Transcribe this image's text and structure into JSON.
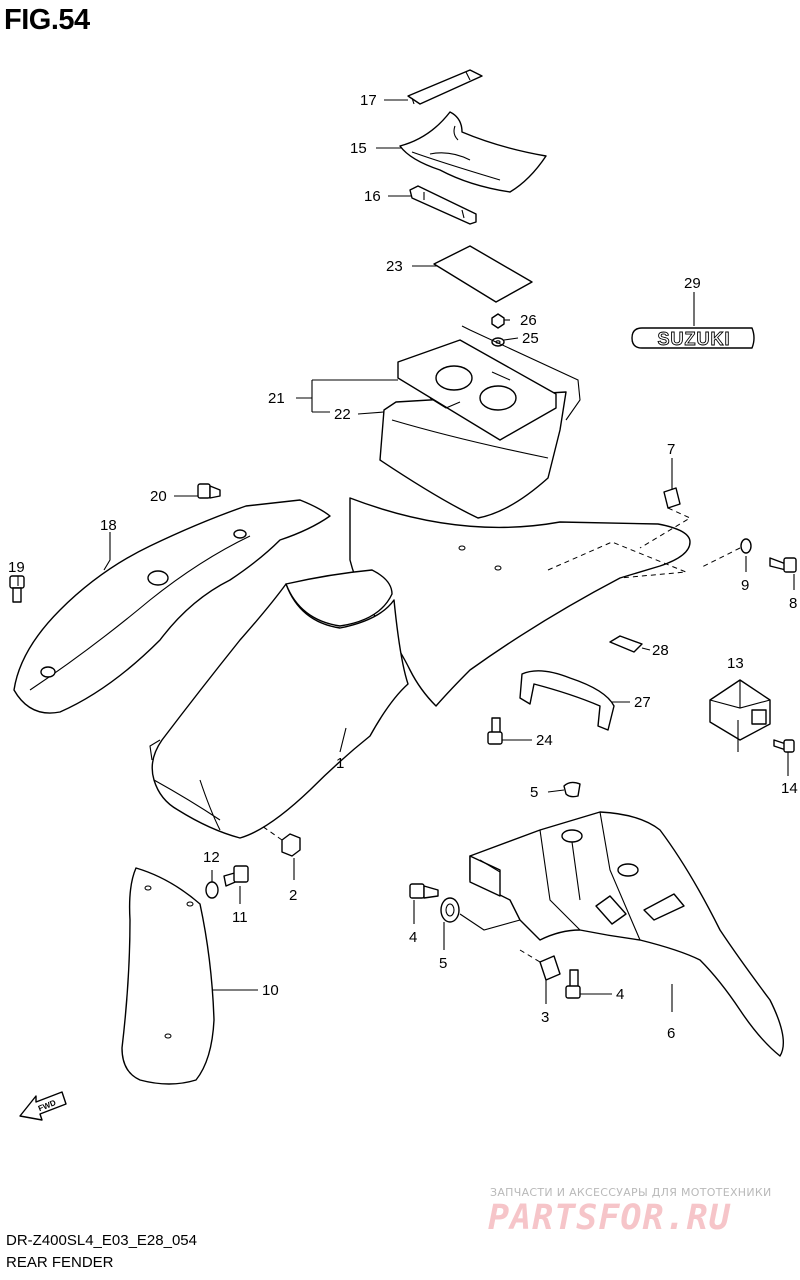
{
  "figure": {
    "title": "FIG.54",
    "model_code": "DR-Z400SL4_E03_E28_054",
    "caption": "REAR FENDER"
  },
  "emblem": {
    "text": "SUZUKI"
  },
  "fwd_arrow": {
    "text": "FWD"
  },
  "watermark": {
    "line1": "ЗАПЧАСТИ И АКСЕССУАРЫ ДЛЯ МОТОТЕХНИКИ",
    "line2": "PARTSFOR.RU"
  },
  "callouts": {
    "c1": "1",
    "c2": "2",
    "c3": "3",
    "c4a": "4",
    "c4b": "4",
    "c5a": "5",
    "c5b": "5",
    "c6": "6",
    "c7": "7",
    "c8": "8",
    "c9": "9",
    "c10": "10",
    "c11": "11",
    "c12": "12",
    "c13": "13",
    "c14": "14",
    "c15": "15",
    "c16": "16",
    "c17": "17",
    "c18": "18",
    "c19": "19",
    "c20": "20",
    "c21": "21",
    "c22": "22",
    "c23": "23",
    "c24": "24",
    "c25": "25",
    "c26": "26",
    "c27": "27",
    "c28": "28",
    "c29": "29"
  }
}
